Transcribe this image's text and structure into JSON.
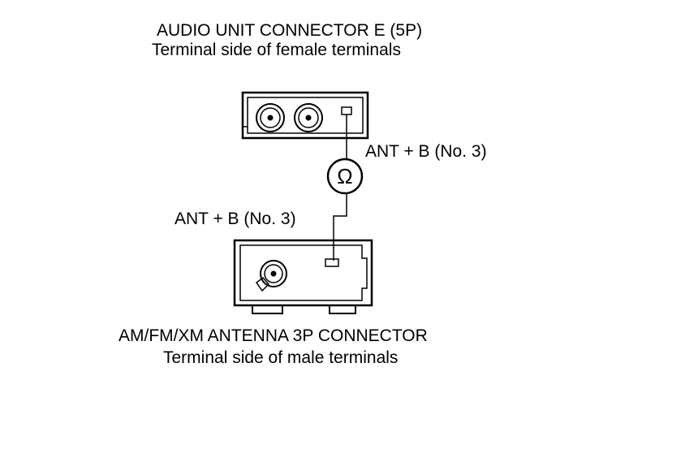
{
  "top_connector": {
    "title": "AUDIO UNIT CONNECTOR E (5P)",
    "subtitle": "Terminal side of female terminals"
  },
  "bottom_connector": {
    "title": "AM/FM/XM ANTENNA 3P CONNECTOR",
    "subtitle": "Terminal side of male terminals"
  },
  "probe_labels": {
    "upper": "ANT  + B (No. 3)",
    "lower": "ANT  + B (No. 3)"
  },
  "meter_symbol": "Ω",
  "colors": {
    "line": "#000000",
    "background": "#ffffff"
  }
}
